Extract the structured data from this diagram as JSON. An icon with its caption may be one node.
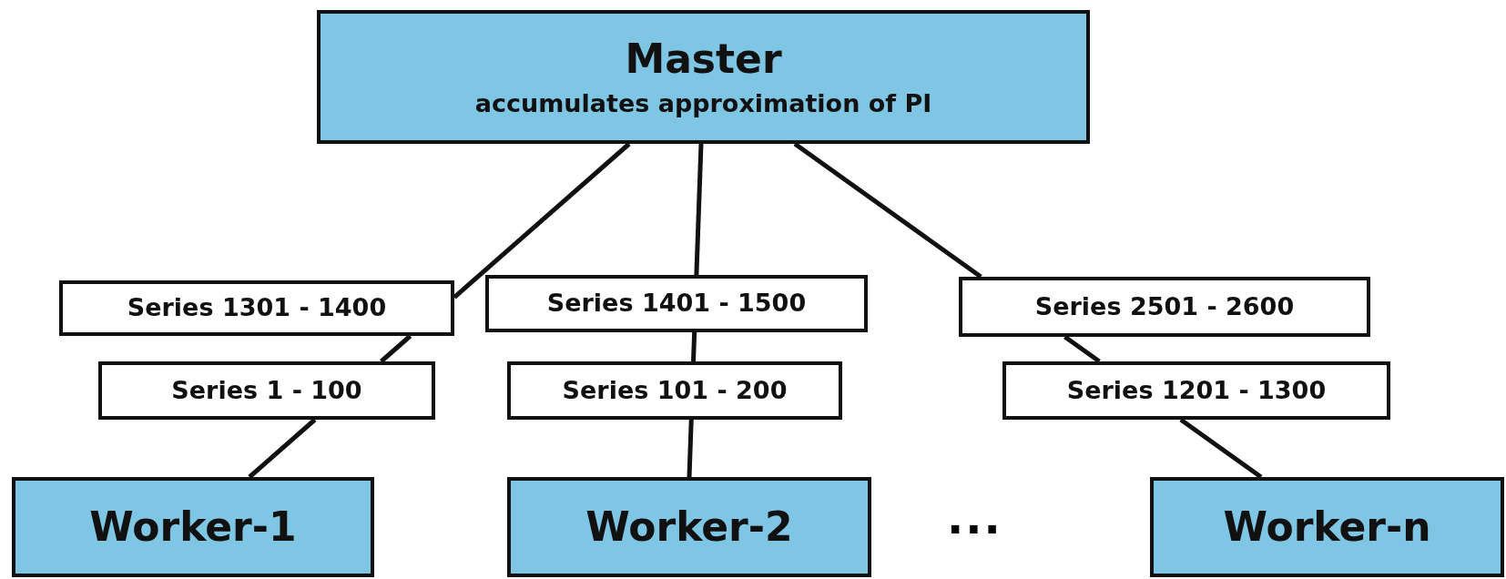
{
  "diagram": {
    "nodes": [
      {
        "text": [
          "Master",
          "accumulates approximation of PI"
        ]
      },
      {
        "text": [
          "Series 1301 - 1400"
        ]
      },
      {
        "text": [
          "Series 1401 - 1500"
        ]
      },
      {
        "text": [
          "Series 2501 - 2600"
        ]
      },
      {
        "text": [
          "Series 1 - 100"
        ]
      },
      {
        "text": [
          "Series 101 - 200"
        ]
      },
      {
        "text": [
          "Series 1201 - 1300"
        ]
      },
      {
        "text": [
          "Worker-1"
        ]
      },
      {
        "text": [
          "Worker-2"
        ]
      },
      {
        "text": [
          "Worker-n"
        ]
      }
    ],
    "edges": [
      {
        "from": 0,
        "to": 1,
        "arrow": "none"
      },
      {
        "from": 1,
        "to": 4,
        "arrow": "none"
      },
      {
        "from": 4,
        "to": 7,
        "arrow": "none"
      },
      {
        "from": 0,
        "to": 2,
        "arrow": "none"
      },
      {
        "from": 2,
        "to": 5,
        "arrow": "none"
      },
      {
        "from": 5,
        "to": 8,
        "arrow": "none"
      },
      {
        "from": 0,
        "to": 3,
        "arrow": "none"
      },
      {
        "from": 3,
        "to": 6,
        "arrow": "none"
      },
      {
        "from": 6,
        "to": 9,
        "arrow": "none"
      }
    ],
    "labels": [
      "..."
    ]
  }
}
